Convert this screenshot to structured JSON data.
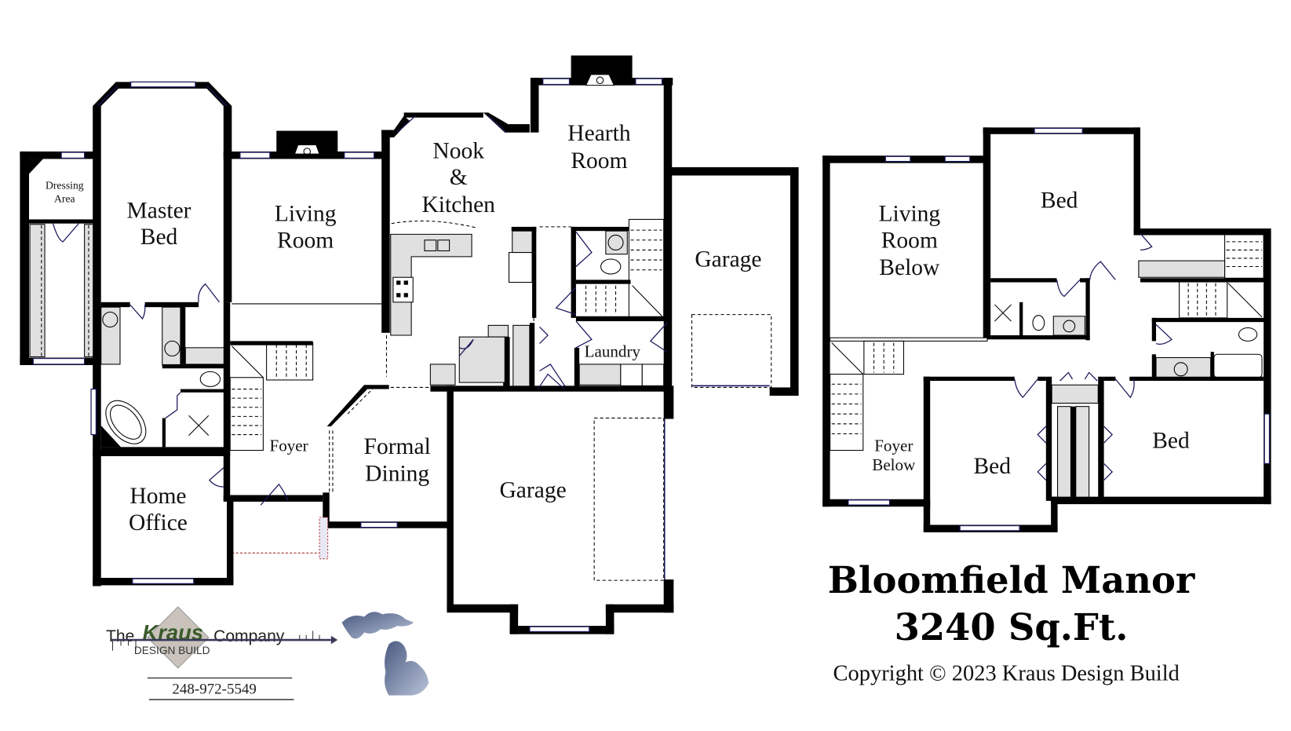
{
  "plan": {
    "name": "Bloomfield Manor",
    "area": "3240 Sq.Ft.",
    "copyright": "Copyright © 2023 Kraus Design Build"
  },
  "first_floor": {
    "rooms": {
      "dressing_area": [
        "Dressing",
        "Area"
      ],
      "master_bed": [
        "Master",
        "Bed"
      ],
      "living_room": [
        "Living",
        "Room"
      ],
      "nook_kitchen": [
        "Nook",
        "&",
        "Kitchen"
      ],
      "hearth_room": [
        "Hearth",
        "Room"
      ],
      "garage_side": "Garage",
      "laundry": "Laundry",
      "foyer": "Foyer",
      "formal_dining": [
        "Formal",
        "Dining"
      ],
      "home_office": [
        "Home",
        "Office"
      ],
      "garage_main": "Garage"
    }
  },
  "second_floor": {
    "rooms": {
      "living_room_below": [
        "Living",
        "Room",
        "Below"
      ],
      "bed_1": "Bed",
      "foyer_below": [
        "Foyer",
        "Below"
      ],
      "bed_2": "Bed",
      "bed_3": "Bed"
    }
  },
  "branding": {
    "logo_the": "The",
    "logo_kraus": "Kraus",
    "logo_company": "Company",
    "logo_sub": "DESIGN BUILD",
    "phone": "248-972-5549",
    "state_icon": "michigan-map-icon"
  },
  "colors": {
    "wall": "#000000",
    "window": "#1a1a5e",
    "counter": "#e0e0e0",
    "logo_green": "#3a5a2a",
    "michigan": "#5a6a90"
  }
}
